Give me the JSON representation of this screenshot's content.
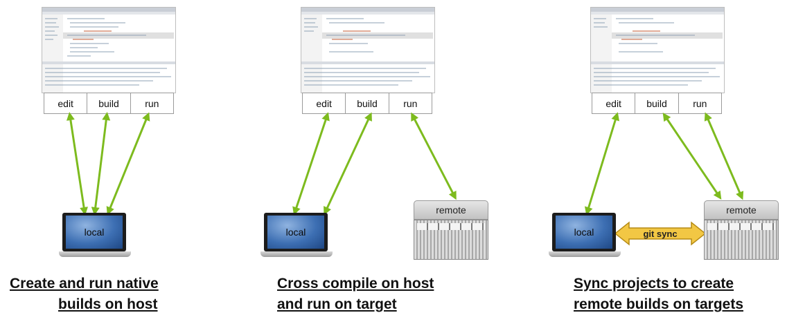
{
  "panels": [
    {
      "tabs": [
        "edit",
        "build",
        "run"
      ],
      "local_label": "local",
      "caption": [
        "Create and run native",
        "builds on host"
      ]
    },
    {
      "tabs": [
        "edit",
        "build",
        "run"
      ],
      "local_label": "local",
      "remote_label": "remote",
      "caption": [
        "Cross compile on host",
        "and run on target"
      ]
    },
    {
      "tabs": [
        "edit",
        "build",
        "run"
      ],
      "local_label": "local",
      "remote_label": "remote",
      "sync_label": "git sync",
      "caption": [
        "Sync projects to create",
        "remote builds on targets"
      ]
    }
  ],
  "colors": {
    "arrow": "#7dbb1e",
    "sync_arrow": "#f2c744",
    "sync_border": "#b58a14"
  }
}
